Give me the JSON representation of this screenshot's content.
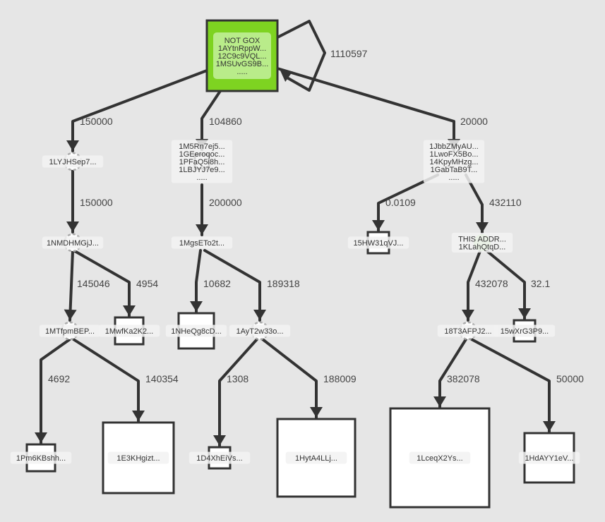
{
  "colors": {
    "background": "#e6e6e6",
    "edge": "#333333",
    "root_fill": "#7ed321",
    "root_label_bg": "#b9ec8a",
    "highlight": "#bde6a0",
    "box_fill": "#ffffff",
    "label_bg": "#f2f2f2"
  },
  "root": {
    "lines": [
      "NOT GOX",
      "1AYtnRppW...",
      "12C9c9VQL...",
      "1MSUvGS9B...",
      "....."
    ],
    "self_loop_amount": "1110597"
  },
  "nodes": [
    {
      "id": "n1",
      "lines": [
        "1LYJHSep7..."
      ]
    },
    {
      "id": "n2",
      "lines": [
        "1NMDHMGjJ..."
      ]
    },
    {
      "id": "n3",
      "lines": [
        "1MTfpmBEP..."
      ]
    },
    {
      "id": "n4",
      "lines": [
        "1MwfKa2K2..."
      ]
    },
    {
      "id": "n5",
      "lines": [
        "1Pm6KBshh..."
      ]
    },
    {
      "id": "n6",
      "lines": [
        "1E3KHgizt..."
      ]
    },
    {
      "id": "m1",
      "lines": [
        "1M5Rn7ej5...",
        "1GEeroqoc...",
        "1PFaQ5i8h...",
        "1LBJYJ7e9...",
        "....."
      ]
    },
    {
      "id": "m2",
      "lines": [
        "1MgsETo2t..."
      ]
    },
    {
      "id": "m3",
      "lines": [
        "1NHeQg8cD..."
      ]
    },
    {
      "id": "m4",
      "lines": [
        "1AyT2w33o..."
      ]
    },
    {
      "id": "m5",
      "lines": [
        "1D4XhEiVs..."
      ]
    },
    {
      "id": "m6",
      "lines": [
        "1HytA4LLj..."
      ]
    },
    {
      "id": "r1",
      "lines": [
        "1JbbZMyAU...",
        "1LwoFX5Bo...",
        "14KpyMHzg...",
        "1GabTaB9T...",
        "....."
      ]
    },
    {
      "id": "r2",
      "lines": [
        "15HW31qVJ..."
      ]
    },
    {
      "id": "r3",
      "lines": [
        "THIS ADDR...",
        "1KLahQtqD..."
      ]
    },
    {
      "id": "r4",
      "lines": [
        "18T3AFPJ2..."
      ]
    },
    {
      "id": "r5",
      "lines": [
        "15wXrG3P9..."
      ]
    },
    {
      "id": "r6",
      "lines": [
        "1LceqX2Ys..."
      ]
    },
    {
      "id": "r7",
      "lines": [
        "1HdAYY1eV..."
      ]
    }
  ],
  "edges": [
    {
      "from": "root",
      "to": "n1",
      "amount": "150000"
    },
    {
      "from": "n1",
      "to": "n2",
      "amount": "150000"
    },
    {
      "from": "n2",
      "to": "n3",
      "amount": "145046"
    },
    {
      "from": "n2",
      "to": "n4",
      "amount": "4954"
    },
    {
      "from": "n3",
      "to": "n5",
      "amount": "4692"
    },
    {
      "from": "n3",
      "to": "n6",
      "amount": "140354"
    },
    {
      "from": "root",
      "to": "m1",
      "amount": "104860"
    },
    {
      "from": "m1",
      "to": "m2",
      "amount": "200000"
    },
    {
      "from": "m2",
      "to": "m3",
      "amount": "10682"
    },
    {
      "from": "m2",
      "to": "m4",
      "amount": "189318"
    },
    {
      "from": "m4",
      "to": "m5",
      "amount": "1308"
    },
    {
      "from": "m4",
      "to": "m6",
      "amount": "188009"
    },
    {
      "from": "root",
      "to": "r1",
      "amount": "20000"
    },
    {
      "from": "r1",
      "to": "r2",
      "amount": "0.0109"
    },
    {
      "from": "r1",
      "to": "r3",
      "amount": "432110"
    },
    {
      "from": "r3",
      "to": "r4",
      "amount": "432078"
    },
    {
      "from": "r3",
      "to": "r5",
      "amount": "32.1"
    },
    {
      "from": "r4",
      "to": "r6",
      "amount": "382078"
    },
    {
      "from": "r4",
      "to": "r7",
      "amount": "50000"
    }
  ]
}
